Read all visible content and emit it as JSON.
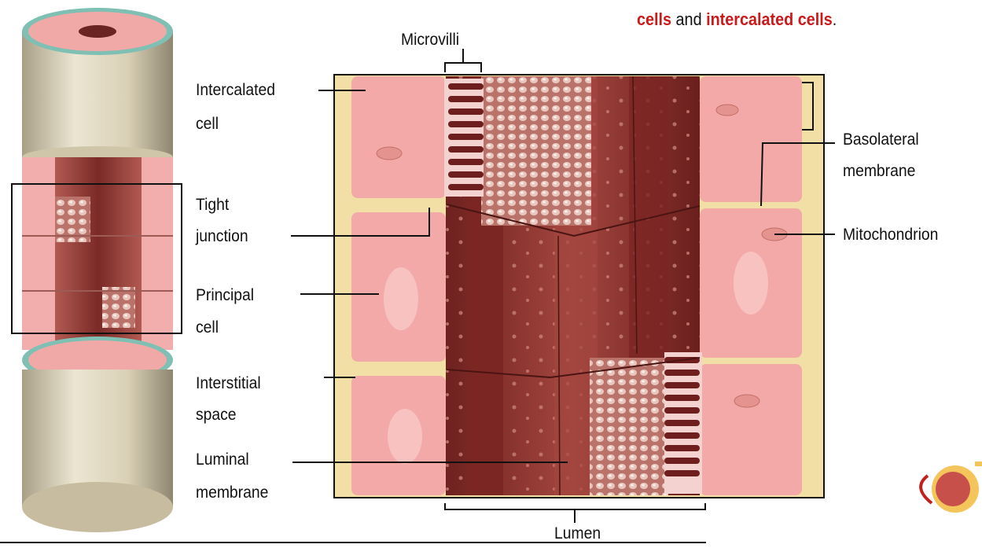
{
  "caption": {
    "part1": "cells",
    "part2": " and ",
    "part3": "intercalated cells",
    "part4": ".",
    "highlight_color": "#cc1a1a"
  },
  "labels": {
    "microvilli": "Microvilli",
    "intercalated_line1": "Intercalated",
    "intercalated_line2": "cell",
    "tight_line1": "Tight",
    "tight_line2": "junction",
    "principal_line1": "Principal",
    "principal_line2": "cell",
    "interstitial_line1": "Interstitial",
    "interstitial_line2": "space",
    "luminal_line1": "Luminal",
    "luminal_line2": "membrane",
    "basolateral_line1": "Basolateral",
    "basolateral_line2": "membrane",
    "mitochondrion": "Mitochondrion",
    "lumen": "Lumen"
  },
  "colors": {
    "cell_pink": "#f2a9a8",
    "lumen_dark": "#8a2f2c",
    "interstitial_yellow": "#f1dfa6",
    "tube_beige": "#dfd6bd"
  }
}
